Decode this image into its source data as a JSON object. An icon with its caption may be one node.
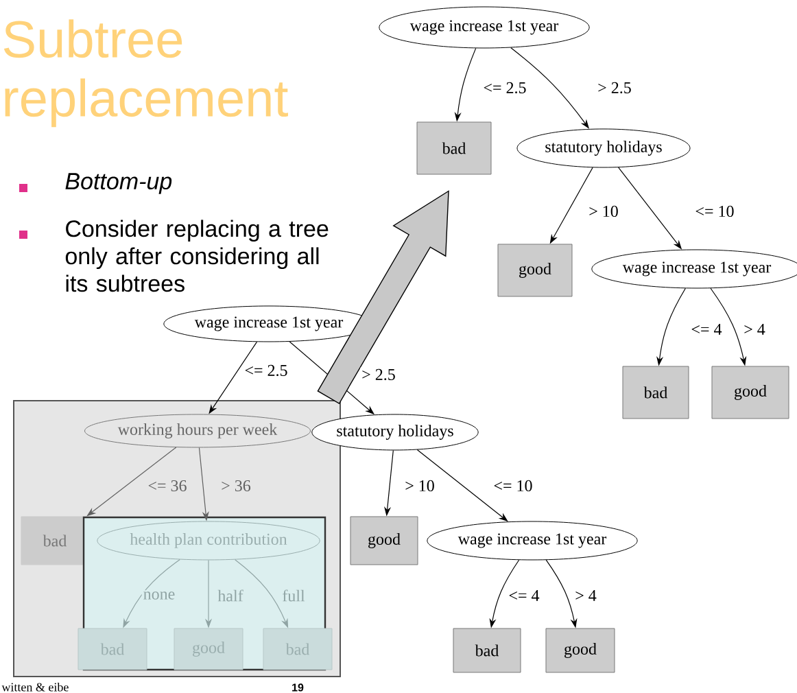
{
  "diagram": {
    "title": "Subtree replacement",
    "nodes": [
      {
        "text": [
          "wage increase 1st year"
        ]
      },
      {
        "text": [
          "bad"
        ]
      },
      {
        "text": [
          "statutory holidays"
        ]
      },
      {
        "text": [
          "good"
        ]
      },
      {
        "text": [
          "wage increase 1st year"
        ]
      },
      {
        "text": [
          "bad"
        ]
      },
      {
        "text": [
          "good"
        ]
      },
      {
        "text": [
          "wage increase 1st year"
        ]
      },
      {
        "text": [],
        "shape": "box"
      },
      {
        "text": [
          "working hours per week"
        ],
        "in": 8
      },
      {
        "text": [
          "bad"
        ],
        "in": 8
      },
      {
        "text": [],
        "shape": "box",
        "in": 8
      },
      {
        "text": [
          "health plan contribution"
        ],
        "in": 11
      },
      {
        "text": [
          "bad"
        ],
        "in": 8
      },
      {
        "text": [
          "good"
        ],
        "in": 11
      },
      {
        "text": [
          "bad"
        ],
        "in": 8
      },
      {
        "text": [
          "statutory holidays"
        ]
      },
      {
        "text": [
          "good"
        ]
      },
      {
        "text": [
          "wage increase 1st year"
        ]
      },
      {
        "text": [
          "bad"
        ]
      },
      {
        "text": [
          "good"
        ]
      }
    ],
    "edges": [
      {
        "from": 0,
        "to": 1,
        "arrow": "to",
        "label": "<= 2.5"
      },
      {
        "from": 0,
        "to": 2,
        "arrow": "to",
        "label": "> 2.5"
      },
      {
        "from": 2,
        "to": 3,
        "arrow": "to",
        "label": "> 10"
      },
      {
        "from": 2,
        "to": 4,
        "arrow": "to",
        "label": "<= 10"
      },
      {
        "from": 4,
        "to": 5,
        "arrow": "to",
        "label": "<= 4"
      },
      {
        "from": 4,
        "to": 6,
        "arrow": "to",
        "label": "> 4"
      },
      {
        "from": 7,
        "to": 9,
        "arrow": "to",
        "label": "<= 2.5"
      },
      {
        "from": 7,
        "to": 16,
        "arrow": "to",
        "label": "> 2.5"
      },
      {
        "from": 9,
        "to": 10,
        "arrow": "to",
        "label": "<= 36",
        "color": "#606060"
      },
      {
        "from": 9,
        "to": 12,
        "arrow": "to",
        "label": "> 36",
        "color": "#606060"
      },
      {
        "from": 12,
        "to": 13,
        "arrow": "to",
        "label": "none",
        "color": "#90a4a4"
      },
      {
        "from": 12,
        "to": 14,
        "arrow": "to",
        "label": "half",
        "color": "#90a4a4"
      },
      {
        "from": 12,
        "to": 15,
        "arrow": "to",
        "label": "full",
        "color": "#90a4a4"
      },
      {
        "from": 16,
        "to": 17,
        "arrow": "to",
        "label": "> 10"
      },
      {
        "from": 16,
        "to": 18,
        "arrow": "to",
        "label": "<= 10"
      },
      {
        "from": 18,
        "to": 19,
        "arrow": "to",
        "label": "<= 4"
      },
      {
        "from": 18,
        "to": 20,
        "arrow": "to",
        "label": "> 4"
      },
      {
        "from": 8,
        "to": 1,
        "arrow": "to",
        "style": "thick"
      }
    ],
    "labels": [
      "Bottom-up",
      "Consider replacing a tree only after considering all its subtrees",
      "witten & eibe",
      "19"
    ]
  }
}
